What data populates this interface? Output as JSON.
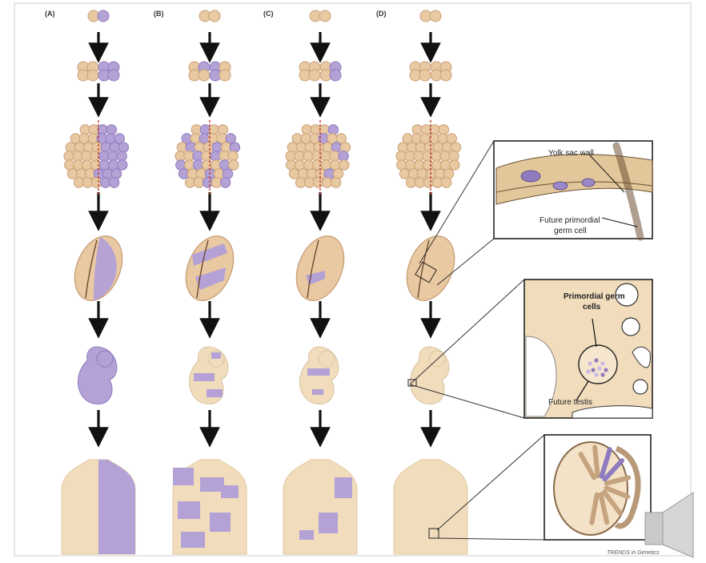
{
  "columns": [
    {
      "label": "(A)",
      "pattern": "half"
    },
    {
      "label": "(B)",
      "pattern": "patchy"
    },
    {
      "label": "(C)",
      "pattern": "sparse"
    },
    {
      "label": "(D)",
      "pattern": "none"
    }
  ],
  "callouts": {
    "yolk_sac_wall": "Yolk sac wall",
    "future_pgc_line1": "Future primordial",
    "future_pgc_line2": "germ cell",
    "pgc_line1": "Primordial germ",
    "pgc_line2": "cells",
    "future_testis": "Future testis"
  },
  "credit": "TRENDS in Genetics",
  "colors": {
    "tan": "#e9c9a1",
    "tan_dark": "#c9a079",
    "lavender": "#b4a1d6",
    "lavender_dark": "#8f7cbf",
    "skin": "#f1dcbc",
    "line": "#222222",
    "midline": "#c0392b"
  },
  "icons": {
    "speaker": "speaker-icon"
  }
}
